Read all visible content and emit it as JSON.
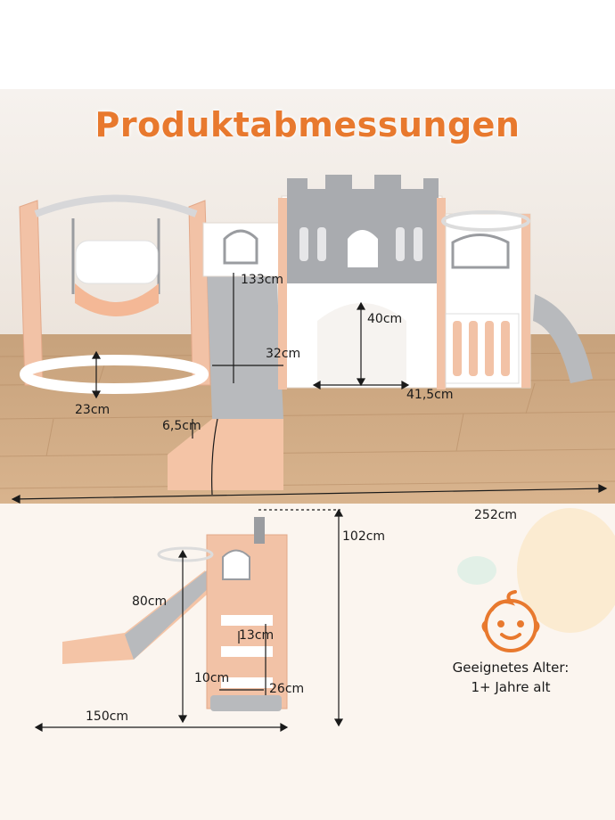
{
  "title": "Produktabmessungen",
  "dimensions": {
    "d133": "133cm",
    "d40": "40cm",
    "d32": "32cm",
    "d41_5": "41,5cm",
    "d23": "23cm",
    "d6_5": "6,5cm",
    "d252": "252cm",
    "d102": "102cm",
    "d80": "80cm",
    "d13": "13cm",
    "d10": "10cm",
    "d26": "26cm",
    "d150": "150cm"
  },
  "age": {
    "line1": "Geeignetes Alter:",
    "line2": "1+ Jahre alt"
  },
  "colors": {
    "accent": "#e8792e",
    "peach": "#f2c2a6",
    "grey": "#a9abaf",
    "wood": "#c9a07a"
  }
}
